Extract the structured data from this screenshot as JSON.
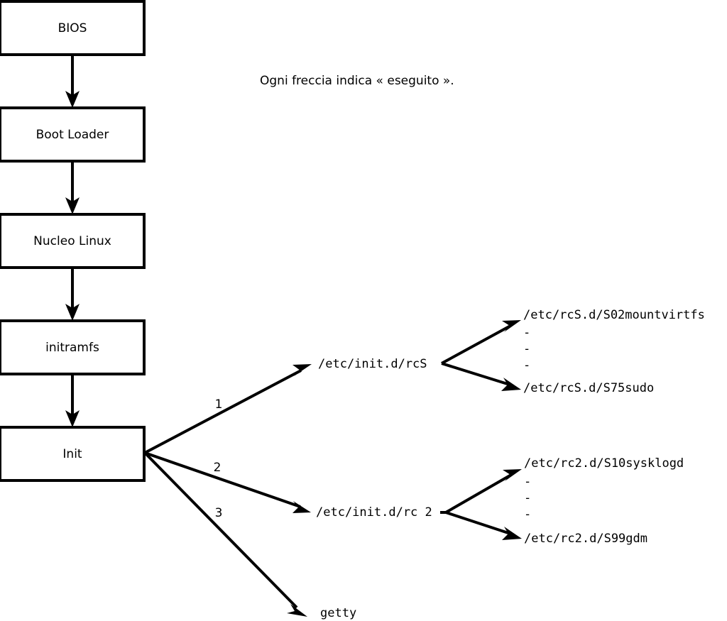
{
  "diagram": {
    "caption": "Ogni freccia indica « eseguito ».",
    "stages": [
      {
        "label": "BIOS"
      },
      {
        "label": "Boot Loader"
      },
      {
        "label": "Nucleo Linux"
      },
      {
        "label": "initramfs"
      },
      {
        "label": "Init"
      }
    ],
    "branches": [
      {
        "number": "1",
        "target": "/etc/init.d/rcS"
      },
      {
        "number": "2",
        "target": "/etc/init.d/rc 2"
      },
      {
        "number": "3",
        "target": "getty"
      }
    ],
    "rcs_scripts": {
      "first": "/etc/rcS.d/S02mountvirtfs",
      "ellipsis": [
        "-",
        "-",
        "-"
      ],
      "last": "/etc/rcS.d/S75sudo"
    },
    "rc2_scripts": {
      "first": "/etc/rc2.d/S10sysklogd",
      "ellipsis": [
        "-",
        "-",
        "-"
      ],
      "last": "/etc/rc2.d/S99gdm"
    },
    "colors": {
      "stroke": "#000000",
      "fill": "#ffffff"
    }
  }
}
